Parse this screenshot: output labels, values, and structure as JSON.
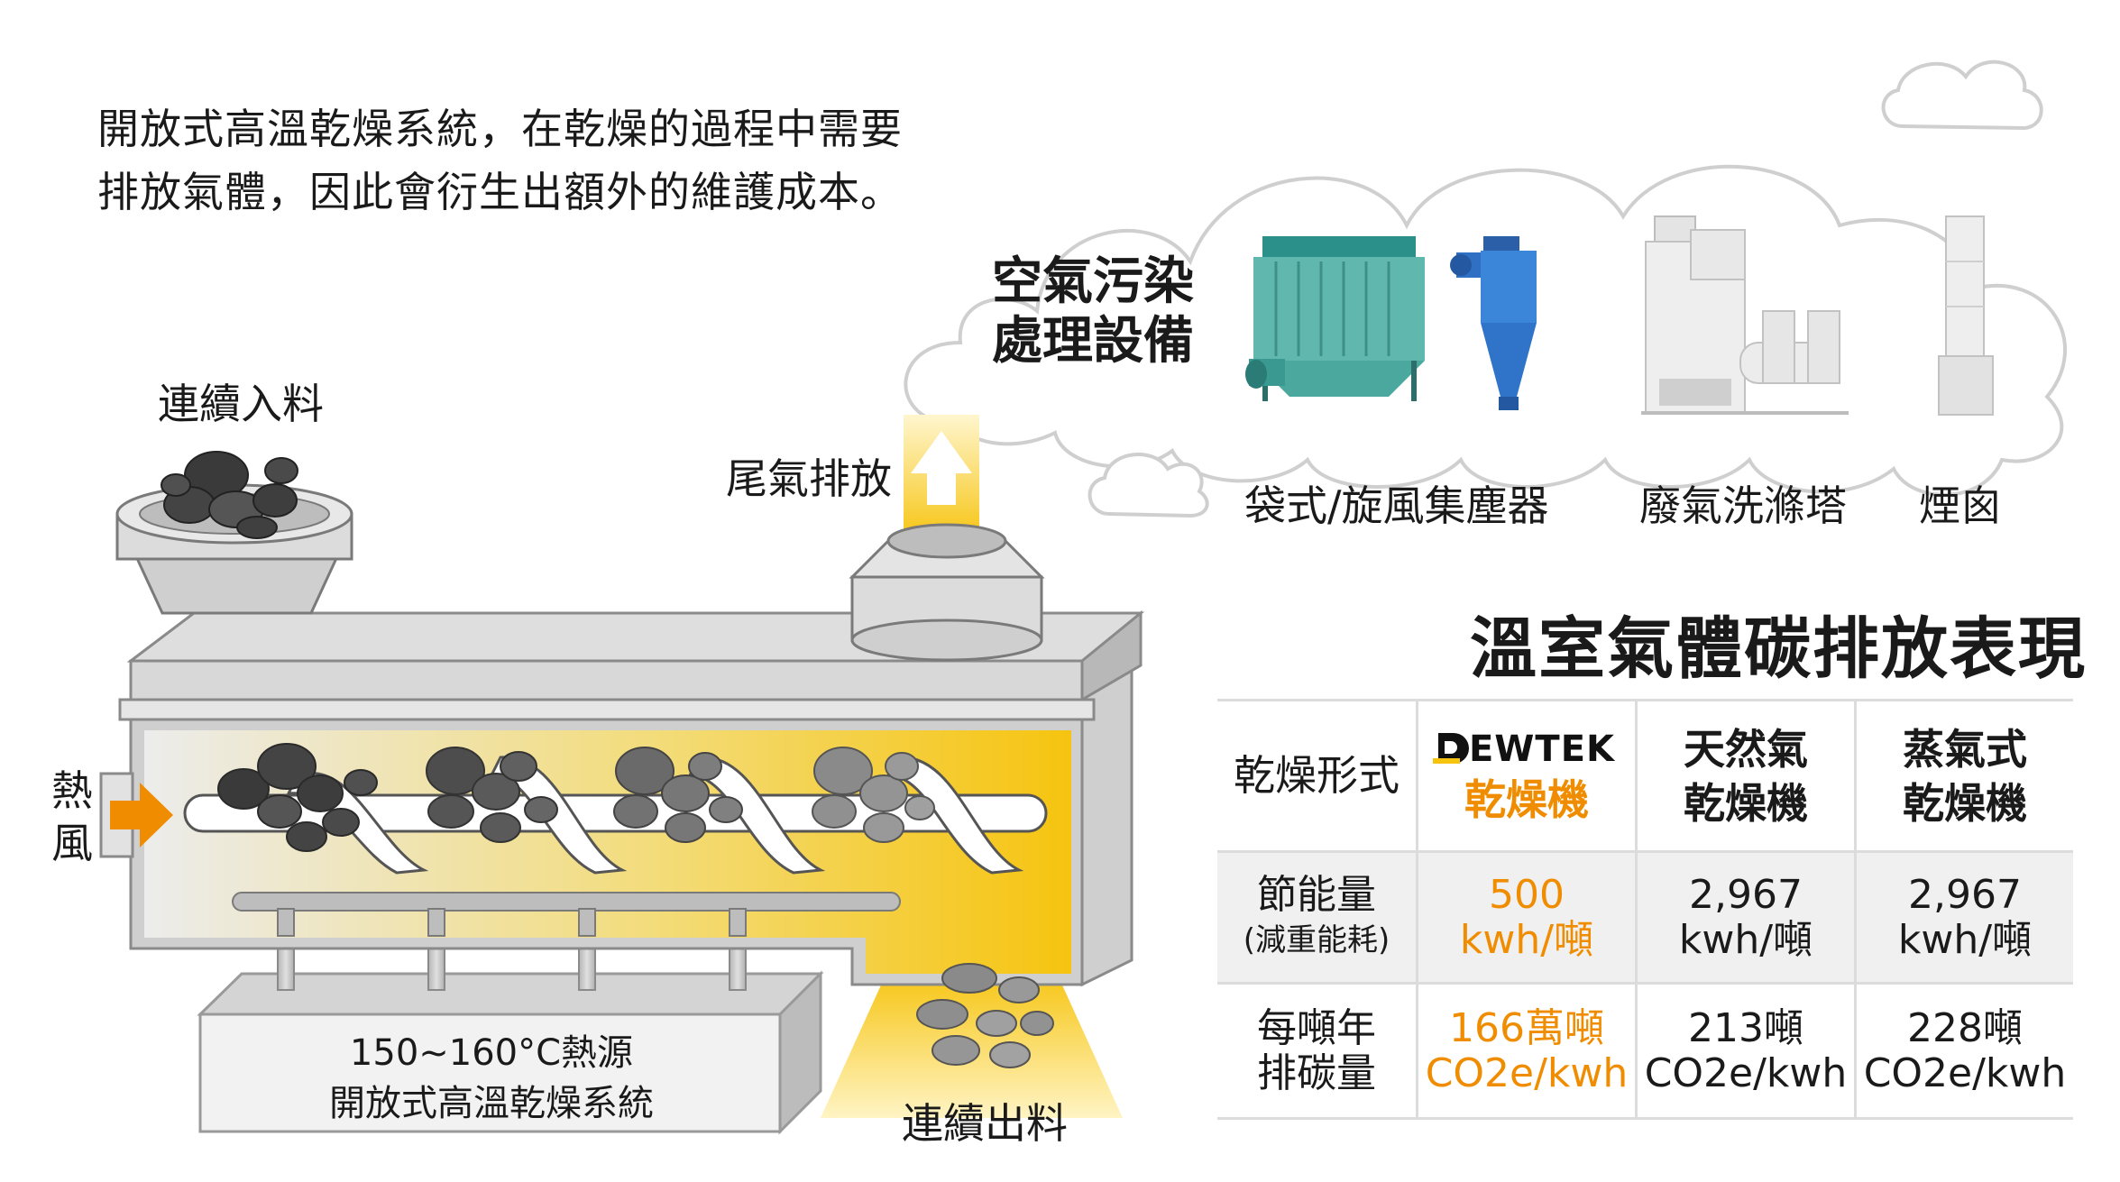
{
  "intro": {
    "line1": "開放式高溫乾燥系統，在乾燥的過程中需要",
    "line2": "排放氣體，因此會衍生出額外的維護成本。"
  },
  "labels": {
    "feed_in": "連續入料",
    "exhaust": "尾氣排放",
    "hot_air": "熱風",
    "feed_out": "連續出料",
    "heat_source_1": "150~160°C熱源",
    "heat_source_2": "開放式高溫乾燥系統"
  },
  "pollution": {
    "title_line1": "空氣污染",
    "title_line2": "處理設備",
    "equipment": [
      "袋式/旋風集塵器",
      "廢氣洗滌塔",
      "煙囪"
    ]
  },
  "table": {
    "title": "溫室氣體碳排放表現",
    "corner": "乾燥形式",
    "brand_text": "EWTEK",
    "columns": [
      {
        "line1": "",
        "line2": "乾燥機",
        "highlight": true
      },
      {
        "line1": "天然氣",
        "line2": "乾燥機",
        "highlight": false
      },
      {
        "line1": "蒸氣式",
        "line2": "乾燥機",
        "highlight": false
      }
    ],
    "rows": [
      {
        "label_line1": "節能量",
        "label_line2": "(減重能耗)",
        "cells": [
          {
            "line1": "500",
            "line2": "kwh/噸"
          },
          {
            "line1": "2,967",
            "line2": "kwh/噸"
          },
          {
            "line1": "2,967",
            "line2": "kwh/噸"
          }
        ]
      },
      {
        "label_line1": "每噸年",
        "label_line2": "排碳量",
        "cells": [
          {
            "line1": "166萬噸",
            "line2": "CO2e/kwh"
          },
          {
            "line1": "213噸",
            "line2": "CO2e/kwh"
          },
          {
            "line1": "228噸",
            "line2": "CO2e/kwh"
          }
        ]
      }
    ]
  },
  "colors": {
    "accent_orange": "#f08c00",
    "heat_yellow": "#f6c40f",
    "machine_gray": "#c8c8c8",
    "cloud_outline": "#d0d0d0"
  }
}
